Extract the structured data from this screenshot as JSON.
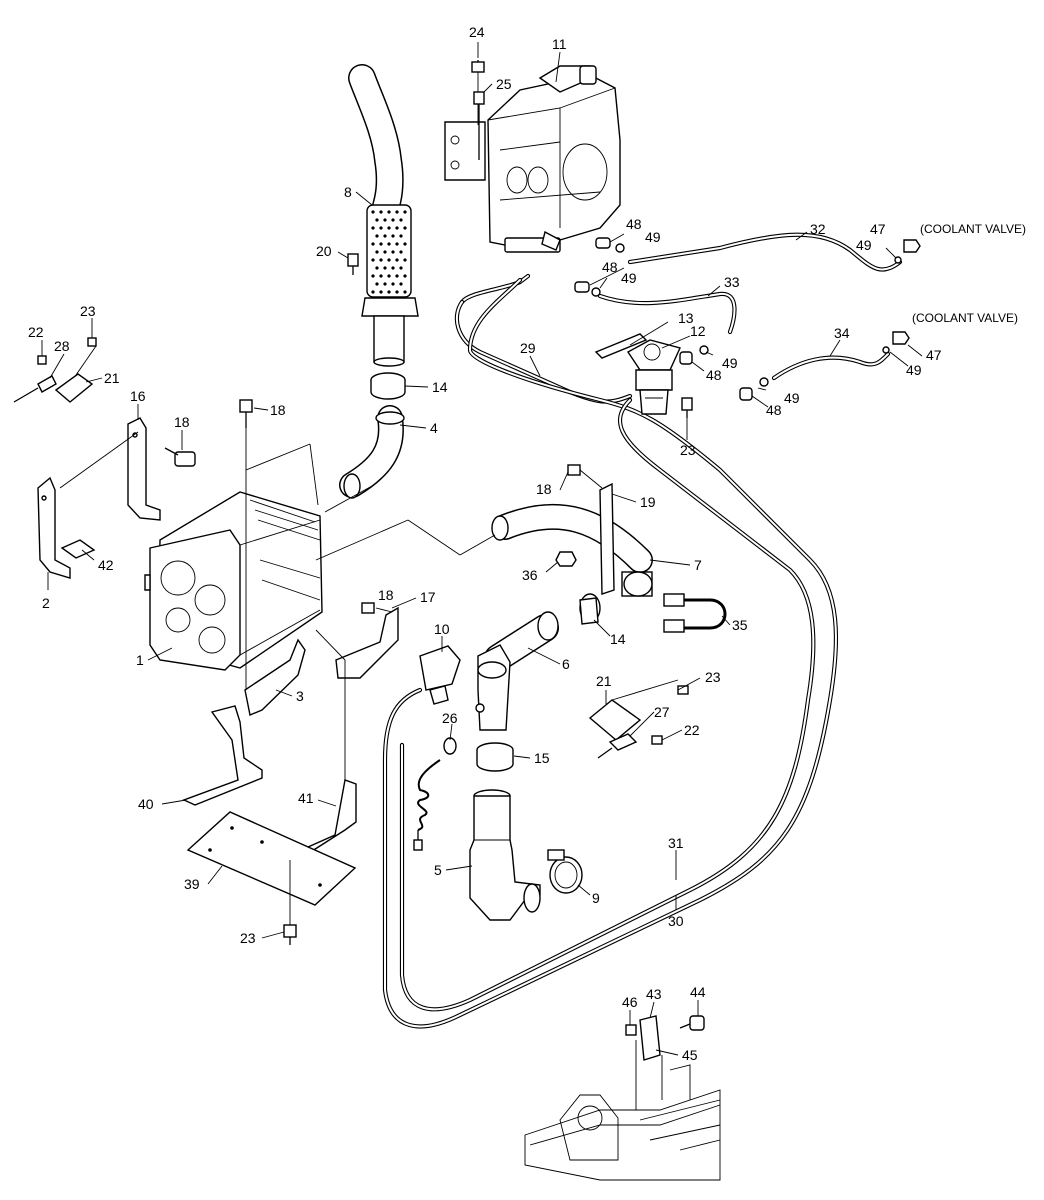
{
  "diagram": {
    "callouts": {
      "c1": "1",
      "c2": "2",
      "c3": "3",
      "c4": "4",
      "c5": "5",
      "c6": "6",
      "c7": "7",
      "c8": "8",
      "c9": "9",
      "c10": "10",
      "c11": "11",
      "c12": "12",
      "c13": "13",
      "c14a": "14",
      "c14b": "14",
      "c15": "15",
      "c16": "16",
      "c17": "17",
      "c18a": "18",
      "c18b": "18",
      "c18c": "18",
      "c18d": "18",
      "c19": "19",
      "c20": "20",
      "c21a": "21",
      "c21b": "21",
      "c22a": "22",
      "c22b": "22",
      "c23a": "23",
      "c23b": "23",
      "c23c": "23",
      "c23d": "23",
      "c24": "24",
      "c25": "25",
      "c26": "26",
      "c27": "27",
      "c28": "28",
      "c29": "29",
      "c30": "30",
      "c31": "31",
      "c32": "32",
      "c33": "33",
      "c34": "34",
      "c35": "35",
      "c36": "36",
      "c39": "39",
      "c40": "40",
      "c41": "41",
      "c42": "42",
      "c43": "43",
      "c44": "44",
      "c45": "45",
      "c46": "46",
      "c47a": "47",
      "c47b": "47",
      "c48a": "48",
      "c48b": "48",
      "c48c": "48",
      "c48d": "48",
      "c49a": "49",
      "c49b": "49",
      "c49c": "49",
      "c49d": "49",
      "c49e": "49"
    },
    "notes": {
      "coolant_valve_1": "(COOLANT VALVE)",
      "coolant_valve_2": "(COOLANT VALVE)"
    }
  }
}
